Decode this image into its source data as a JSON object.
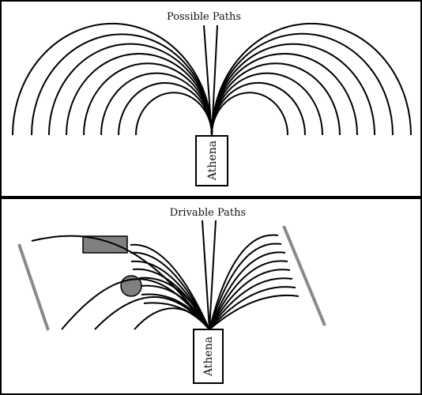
{
  "top_panel": {
    "title": "Possible Paths",
    "rover_label": "Athena"
  },
  "bottom_panel": {
    "title": "Drivable Paths",
    "rover_label": "Athena"
  },
  "colors": {
    "line": "#000000",
    "obstacle_fill": "#808080",
    "wall": "#8a8a8a",
    "background": "#ffffff"
  }
}
